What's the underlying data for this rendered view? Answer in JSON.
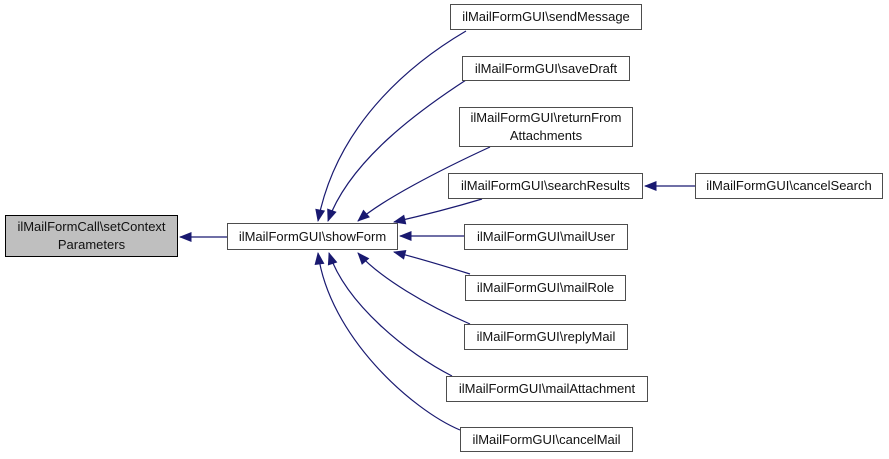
{
  "diagram": {
    "type": "call-graph",
    "colors": {
      "background": "#ffffff",
      "edge": "#191970",
      "node_fill": "#ffffff",
      "node_border": "#4d4d4d",
      "highlight_fill": "#bfbfbf",
      "highlight_border": "#000000",
      "text": "#111111"
    },
    "nodes": [
      {
        "id": "setContextParameters",
        "lines": [
          "ilMailFormCall\\setContext",
          "Parameters"
        ],
        "highlighted": true
      },
      {
        "id": "showForm",
        "lines": [
          "ilMailFormGUI\\showForm"
        ],
        "highlighted": false
      },
      {
        "id": "sendMessage",
        "lines": [
          "ilMailFormGUI\\sendMessage"
        ],
        "highlighted": false
      },
      {
        "id": "saveDraft",
        "lines": [
          "ilMailFormGUI\\saveDraft"
        ],
        "highlighted": false
      },
      {
        "id": "returnFromAttachments",
        "lines": [
          "ilMailFormGUI\\returnFrom",
          "Attachments"
        ],
        "highlighted": false
      },
      {
        "id": "searchResults",
        "lines": [
          "ilMailFormGUI\\searchResults"
        ],
        "highlighted": false
      },
      {
        "id": "mailUser",
        "lines": [
          "ilMailFormGUI\\mailUser"
        ],
        "highlighted": false
      },
      {
        "id": "mailRole",
        "lines": [
          "ilMailFormGUI\\mailRole"
        ],
        "highlighted": false
      },
      {
        "id": "replyMail",
        "lines": [
          "ilMailFormGUI\\replyMail"
        ],
        "highlighted": false
      },
      {
        "id": "mailAttachment",
        "lines": [
          "ilMailFormGUI\\mailAttachment"
        ],
        "highlighted": false
      },
      {
        "id": "cancelMail",
        "lines": [
          "ilMailFormGUI\\cancelMail"
        ],
        "highlighted": false
      },
      {
        "id": "cancelSearch",
        "lines": [
          "ilMailFormGUI\\cancelSearch"
        ],
        "highlighted": false
      }
    ],
    "edges": [
      {
        "from": "showForm",
        "to": "setContextParameters"
      },
      {
        "from": "sendMessage",
        "to": "showForm"
      },
      {
        "from": "saveDraft",
        "to": "showForm"
      },
      {
        "from": "returnFromAttachments",
        "to": "showForm"
      },
      {
        "from": "searchResults",
        "to": "showForm"
      },
      {
        "from": "mailUser",
        "to": "showForm"
      },
      {
        "from": "mailRole",
        "to": "showForm"
      },
      {
        "from": "replyMail",
        "to": "showForm"
      },
      {
        "from": "mailAttachment",
        "to": "showForm"
      },
      {
        "from": "cancelMail",
        "to": "showForm"
      },
      {
        "from": "cancelSearch",
        "to": "searchResults"
      }
    ]
  }
}
